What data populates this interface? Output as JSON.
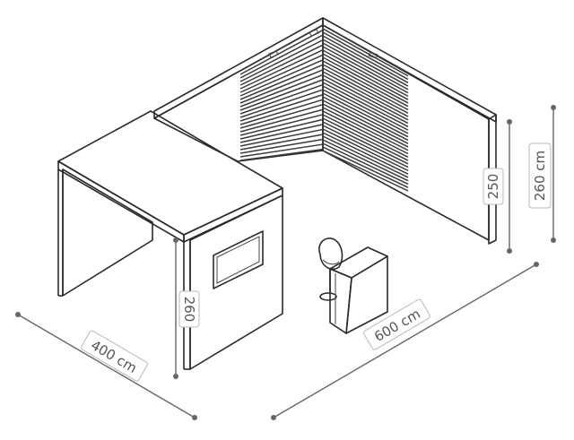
{
  "dimensions": {
    "depth_label": "400 cm",
    "width_label": "600 cm",
    "height_label": "260 cm",
    "wall_height_label": "250",
    "cabin_height_label": "260"
  },
  "colors": {
    "lines": "#2a2a2a",
    "dimension": "#666666",
    "slats": "#3a3a3a",
    "label_border": "#b8b8b8"
  },
  "icons": [
    "chair-icon",
    "counter-icon",
    "screen-icon"
  ]
}
